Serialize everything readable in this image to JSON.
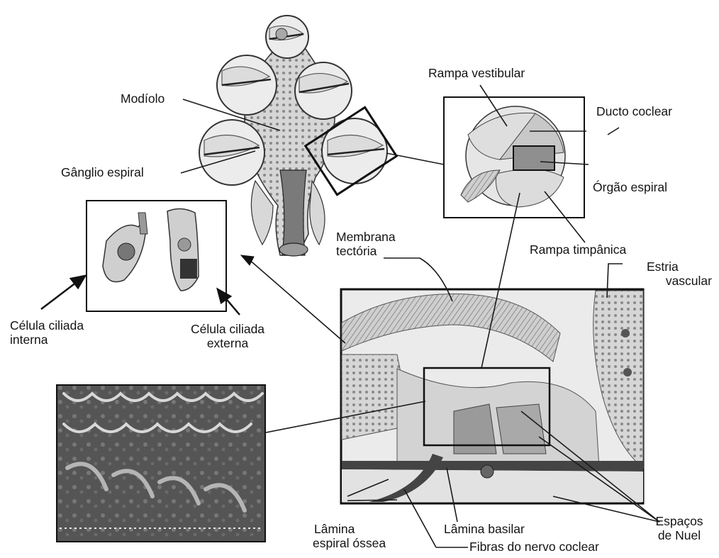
{
  "labels": {
    "modiolo": "Modíolo",
    "ganglio_espiral": "Gânglio espiral",
    "rampa_vestibular": "Rampa vestibular",
    "ducto_coclear": "Ducto coclear",
    "orgao_espiral": "Órgão espiral",
    "rampa_timpanica": "Rampa timpânica",
    "membrana_tectoria": {
      "line1": "Membrana",
      "line2": "tectória"
    },
    "estria_vascular": {
      "line1": "Estria",
      "line2": "vascular"
    },
    "celula_ciliada_interna": {
      "line1": "Célula ciliada",
      "line2": "interna"
    },
    "celula_ciliada_externa": {
      "line1": "Célula ciliada",
      "line2": "externa"
    },
    "lamina_espiral_ossea": {
      "line1": "Lâmina",
      "line2": "espiral óssea"
    },
    "lamina_basilar": "Lâmina basilar",
    "fibras_nervo_coclear": "Fibras do nervo coclear",
    "espacos_de_nuel": {
      "line1": "Espaços",
      "line2": "de Nuel"
    }
  },
  "colors": {
    "line": "#1a1a1a",
    "tissue_light": "#e4e4e4",
    "tissue_mid": "#b9b9b9",
    "tissue_dark": "#6e6e6e",
    "micrograph_bg": "#4a4a4a"
  }
}
